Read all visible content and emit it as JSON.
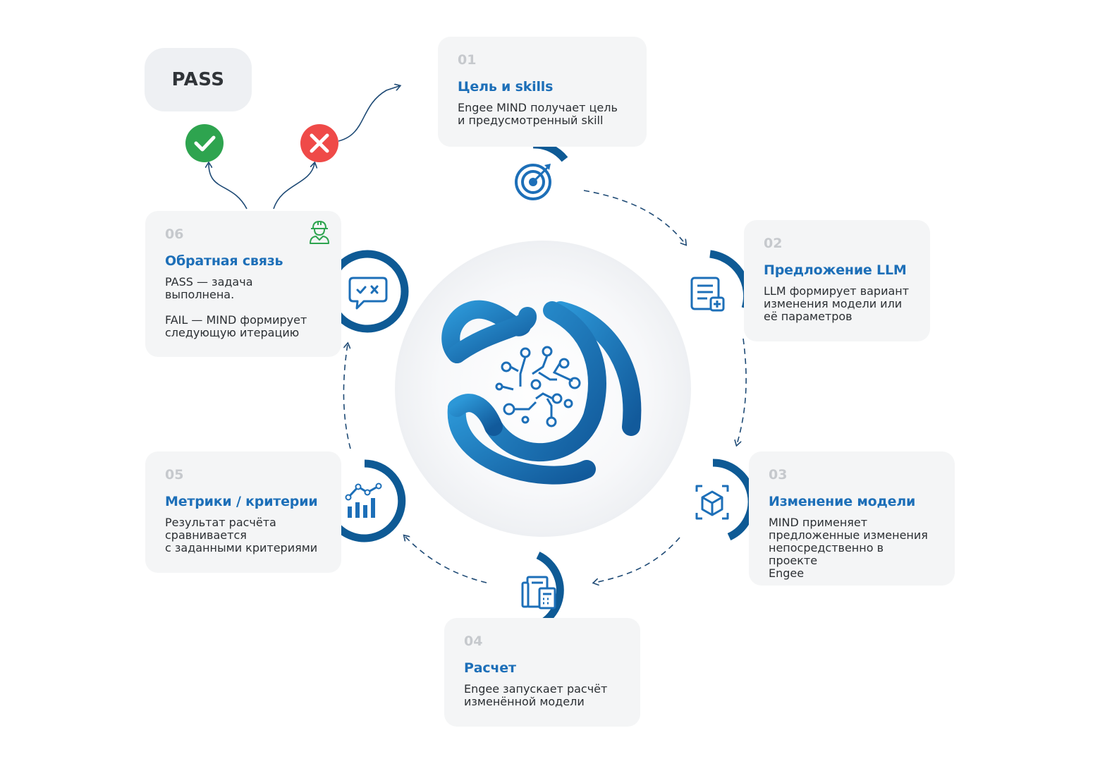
{
  "pass_label": "PASS",
  "steps": [
    {
      "num": "01",
      "title": "Цель и skills",
      "desc": [
        "Engee MIND получает цель",
        "и предусмотренный skill"
      ]
    },
    {
      "num": "02",
      "title": "Предложение LLM",
      "desc": [
        "LLM формирует вариант",
        "изменения модели или",
        "её параметров"
      ]
    },
    {
      "num": "03",
      "title": "Изменение модели",
      "desc": [
        "MIND применяет",
        "предложенные изменения",
        "непосредственно в проекте",
        "Engee"
      ]
    },
    {
      "num": "04",
      "title": "Расчет",
      "desc": [
        "Engee запускает расчёт",
        "изменённой модели"
      ]
    },
    {
      "num": "05",
      "title": "Метрики / критерии",
      "desc": [
        "Результат расчёта",
        "сравнивается",
        "с заданными критериями"
      ]
    },
    {
      "num": "06",
      "title": "Обратная связь",
      "desc": [
        "PASS — задача",
        "выполнена."
      ],
      "desc2": [
        "FAIL — MIND формирует",
        "следующую итерацию"
      ]
    }
  ],
  "colors": {
    "accent": "#1d6fb8",
    "dark_blue": "#0e5a95",
    "success": "#2ea44f",
    "fail": "#ef4a48",
    "card_bg": "#f4f5f6"
  },
  "icons": [
    "target-icon",
    "document-icon",
    "cube-icon",
    "calculator-icon",
    "bar-chart-icon",
    "chat-check-icon",
    "check-icon",
    "cross-icon",
    "worker-icon",
    "mind-logo"
  ]
}
